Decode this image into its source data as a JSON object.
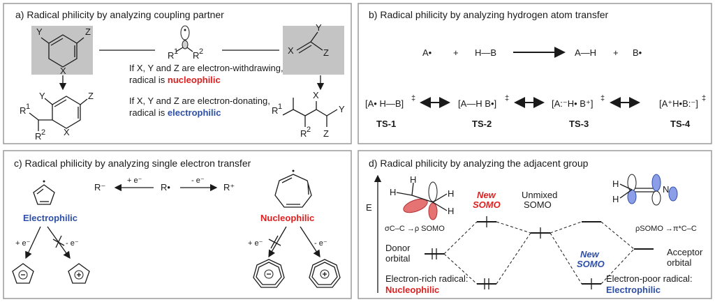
{
  "panels": {
    "a": {
      "title": "a) Radical philicity by analyzing coupling partner",
      "ring_sub_y": "Y",
      "ring_sub_z": "Z",
      "ring_sub_x": "X",
      "radical_r1": "R",
      "radical_r1_sup": "1",
      "radical_r2": "R",
      "radical_r2_sup": "2",
      "alkene_x": "X",
      "alkene_y": "Y",
      "alkene_z": "Z",
      "ewg_line1": "If X, Y and Z are electron-withdrawing,",
      "ewg_line2_prefix": "radical is ",
      "ewg_word": "nucleophilic",
      "edg_line1": "If X, Y and Z are electron-donating,",
      "edg_line2_prefix": "radical is ",
      "edg_word": "electrophilic",
      "prod_r1": "R",
      "prod_r1_sup": "1",
      "prod_r2": "R",
      "prod_r2_sup": "2",
      "prod_y": "Y",
      "prod_z": "Z",
      "prod_x": "X",
      "alk_prod_r1": "R",
      "alk_prod_r1_sup": "1",
      "alk_prod_r2": "R",
      "alk_prod_r2_sup": "2",
      "alk_prod_x": "X",
      "alk_prod_y": "Y",
      "alk_prod_z": "Z"
    },
    "b": {
      "title": "b) Radical philicity by analyzing hydrogen atom transfer",
      "eq_a": "A•",
      "eq_plus1": "+",
      "eq_hb": "H—B",
      "eq_ah": "A—H",
      "eq_plus2": "+",
      "eq_b": "B•",
      "ts1": "[A• H—B]",
      "ts2": "[A—H B•]",
      "ts3": "[A:⁻H• B⁺]",
      "ts4": "[A⁺H•B:⁻]",
      "dagger": "‡",
      "ts1_label": "TS-1",
      "ts2_label": "TS-2",
      "ts3_label": "TS-3",
      "ts4_label": "TS-4"
    },
    "c": {
      "title": "c) Radical philicity by analyzing single electron transfer",
      "r_minus": "R⁻",
      "r_radical": "R•",
      "r_plus": "R⁺",
      "plus_e": "+ e⁻",
      "minus_e": "- e⁻",
      "left_label": "Electrophilic",
      "right_label": "Nucleophilic",
      "cp_plus_e": "+ e⁻",
      "cp_minus_e": "- e⁻",
      "ch_plus_e": "+ e⁻",
      "ch_minus_e": "- e⁻",
      "minus_sign": "⊖",
      "plus_sign": "⊕"
    },
    "d": {
      "title": "d) Radical philicity by analyzing the adjacent group",
      "energy_axis": "E",
      "donor_label": "σC–C →ρ SOMO",
      "acceptor_label": "ρSOMO →π*C–C",
      "new_somo_red_1": "New",
      "new_somo_red_2": "SOMO",
      "unmixed_1": "Unmixed",
      "unmixed_2": "SOMO",
      "new_somo_blue_1": "New",
      "new_somo_blue_2": "SOMO",
      "donor_orbital_1": "Donor",
      "donor_orbital_2": "orbital",
      "acceptor_orbital_1": "Acceptor",
      "acceptor_orbital_2": "orbital",
      "rich_1": "Electron-rich radical:",
      "rich_2": "Nucleophilic",
      "poor_1": "Electron-poor radical:",
      "poor_2": "Electrophilic",
      "h_label": "H",
      "n_label": "N"
    }
  },
  "colors": {
    "red": "#e02020",
    "blue": "#2e4fa8",
    "gray": "#c4c4c4",
    "border": "#9a9a9a"
  }
}
